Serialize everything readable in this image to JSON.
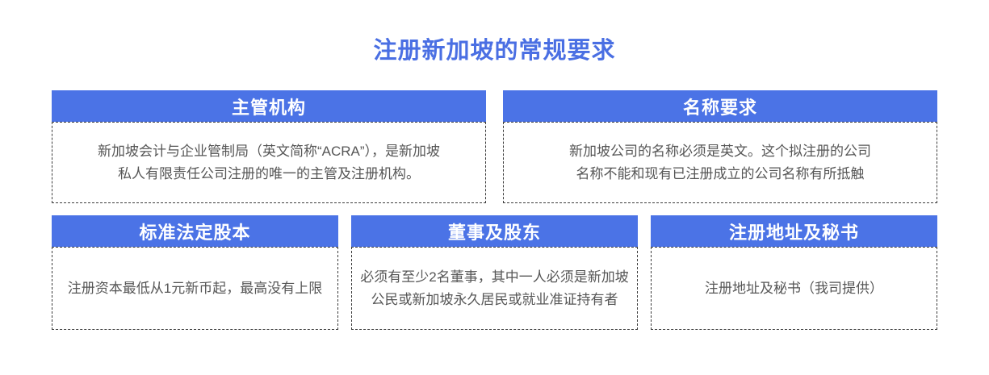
{
  "page": {
    "title": "注册新加坡的常规要求"
  },
  "colors": {
    "accent": "#4a6fe3",
    "header_bg": "#4b73e6",
    "body_text": "#565656",
    "border": "#3c3c3c"
  },
  "cards": [
    {
      "title": "主管机构",
      "body": "新加坡会计与企业管制局（英文简称“ACRA”），是新加坡\n私人有限责任公司注册的唯一的主管及注册机构。"
    },
    {
      "title": "名称要求",
      "body": "新加坡公司的名称必须是英文。这个拟注册的公司\n名称不能和现有已注册成立的公司名称有所抵触"
    },
    {
      "title": "标准法定股本",
      "body": "注册资本最低从1元新币起，最高没有上限"
    },
    {
      "title": "董事及股东",
      "body": "必须有至少2名董事，其中一人必须是新加坡\n公民或新加坡永久居民或就业准证持有者"
    },
    {
      "title": "注册地址及秘书",
      "body": "注册地址及秘书（我司提供）"
    }
  ]
}
